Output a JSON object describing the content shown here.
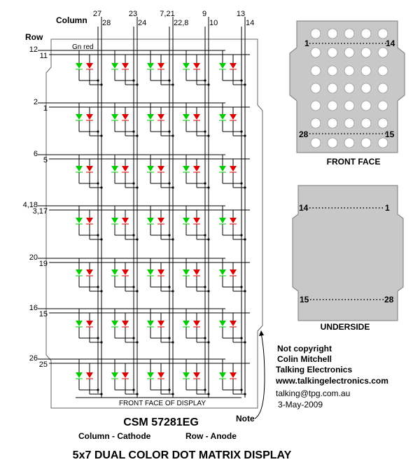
{
  "labels": {
    "column": "Column",
    "row": "Row",
    "gn_red": "Gn red",
    "front_face_of_display": "FRONT FACE OF DISPLAY",
    "note": "Note",
    "part_number": "CSM 57281EG",
    "column_cathode": "Column - Cathode",
    "row_anode": "Row - Anode",
    "title": "5x7 DUAL COLOR DOT MATRIX DISPLAY",
    "front_face": "FRONT FACE",
    "underside": "UNDERSIDE"
  },
  "column_pins": [
    {
      "top": "27",
      "bottom": "28"
    },
    {
      "top": "23",
      "bottom": "24"
    },
    {
      "top": "7,21",
      "bottom": "22,8"
    },
    {
      "top": "9",
      "bottom": "10"
    },
    {
      "top": "13",
      "bottom": "14"
    }
  ],
  "row_pins": [
    {
      "top": "12",
      "bottom": "11"
    },
    {
      "top": "2",
      "bottom": "1"
    },
    {
      "top": "6",
      "bottom": "5"
    },
    {
      "top": "4,18",
      "bottom": "3,17"
    },
    {
      "top": "20",
      "bottom": "19"
    },
    {
      "top": "16",
      "bottom": "15"
    },
    {
      "top": "26",
      "bottom": "25"
    }
  ],
  "front_face_pins": {
    "top_left": "1",
    "top_right": "14",
    "bottom_left": "28",
    "bottom_right": "15"
  },
  "underside_pins": {
    "top_left": "14",
    "top_right": "1",
    "bottom_left": "15",
    "bottom_right": "28"
  },
  "credits": [
    "Not copyright",
    "Colin Mitchell",
    "Talking Electronics",
    "www.talkingelectronics.com",
    "talking@tpg.com.au",
    "3-May-2009"
  ],
  "colors": {
    "green_led": "#00cc00",
    "red_led": "#dd0000",
    "panel": "#c8c8c8",
    "panel_border": "#777777"
  }
}
